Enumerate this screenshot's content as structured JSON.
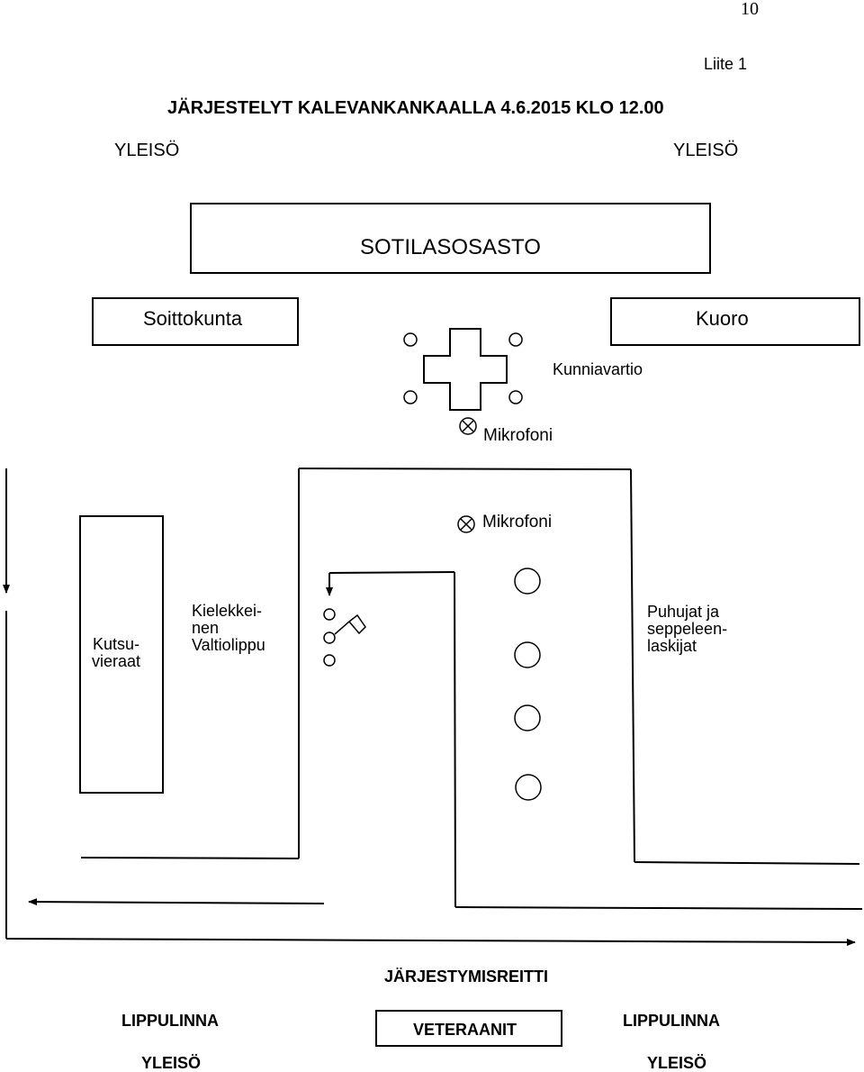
{
  "page_number": "10",
  "appendix_label": "Liite 1",
  "title": "JÄRJESTELYT KALEVANKANKAALLA 4.6.2015 KLO 12.00",
  "audience_top_left": "YLEISÖ",
  "audience_top_right": "YLEISÖ",
  "military_unit": "SOTILASOSASTO",
  "band": "Soittokunta",
  "choir": "Kuoro",
  "honor_guard": "Kunniavartio",
  "microphone_upper": "Mikrofoni",
  "microphone_lower": "Mikrofoni",
  "invited_guests": "Kutsu-\nvieraat",
  "state_flag": "Kielekkei-\nnen\nValtiolippu",
  "speakers": "Puhujat ja\nseppeleen-\nlaskijat",
  "assembly_route": "JÄRJESTYMISREITTI",
  "flag_fort_left": "LIPPULINNA",
  "flag_fort_right": "LIPPULINNA",
  "veterans": "VETERAANIT",
  "audience_bottom_left": "YLEISÖ",
  "audience_bottom_right": "YLEISÖ"
}
